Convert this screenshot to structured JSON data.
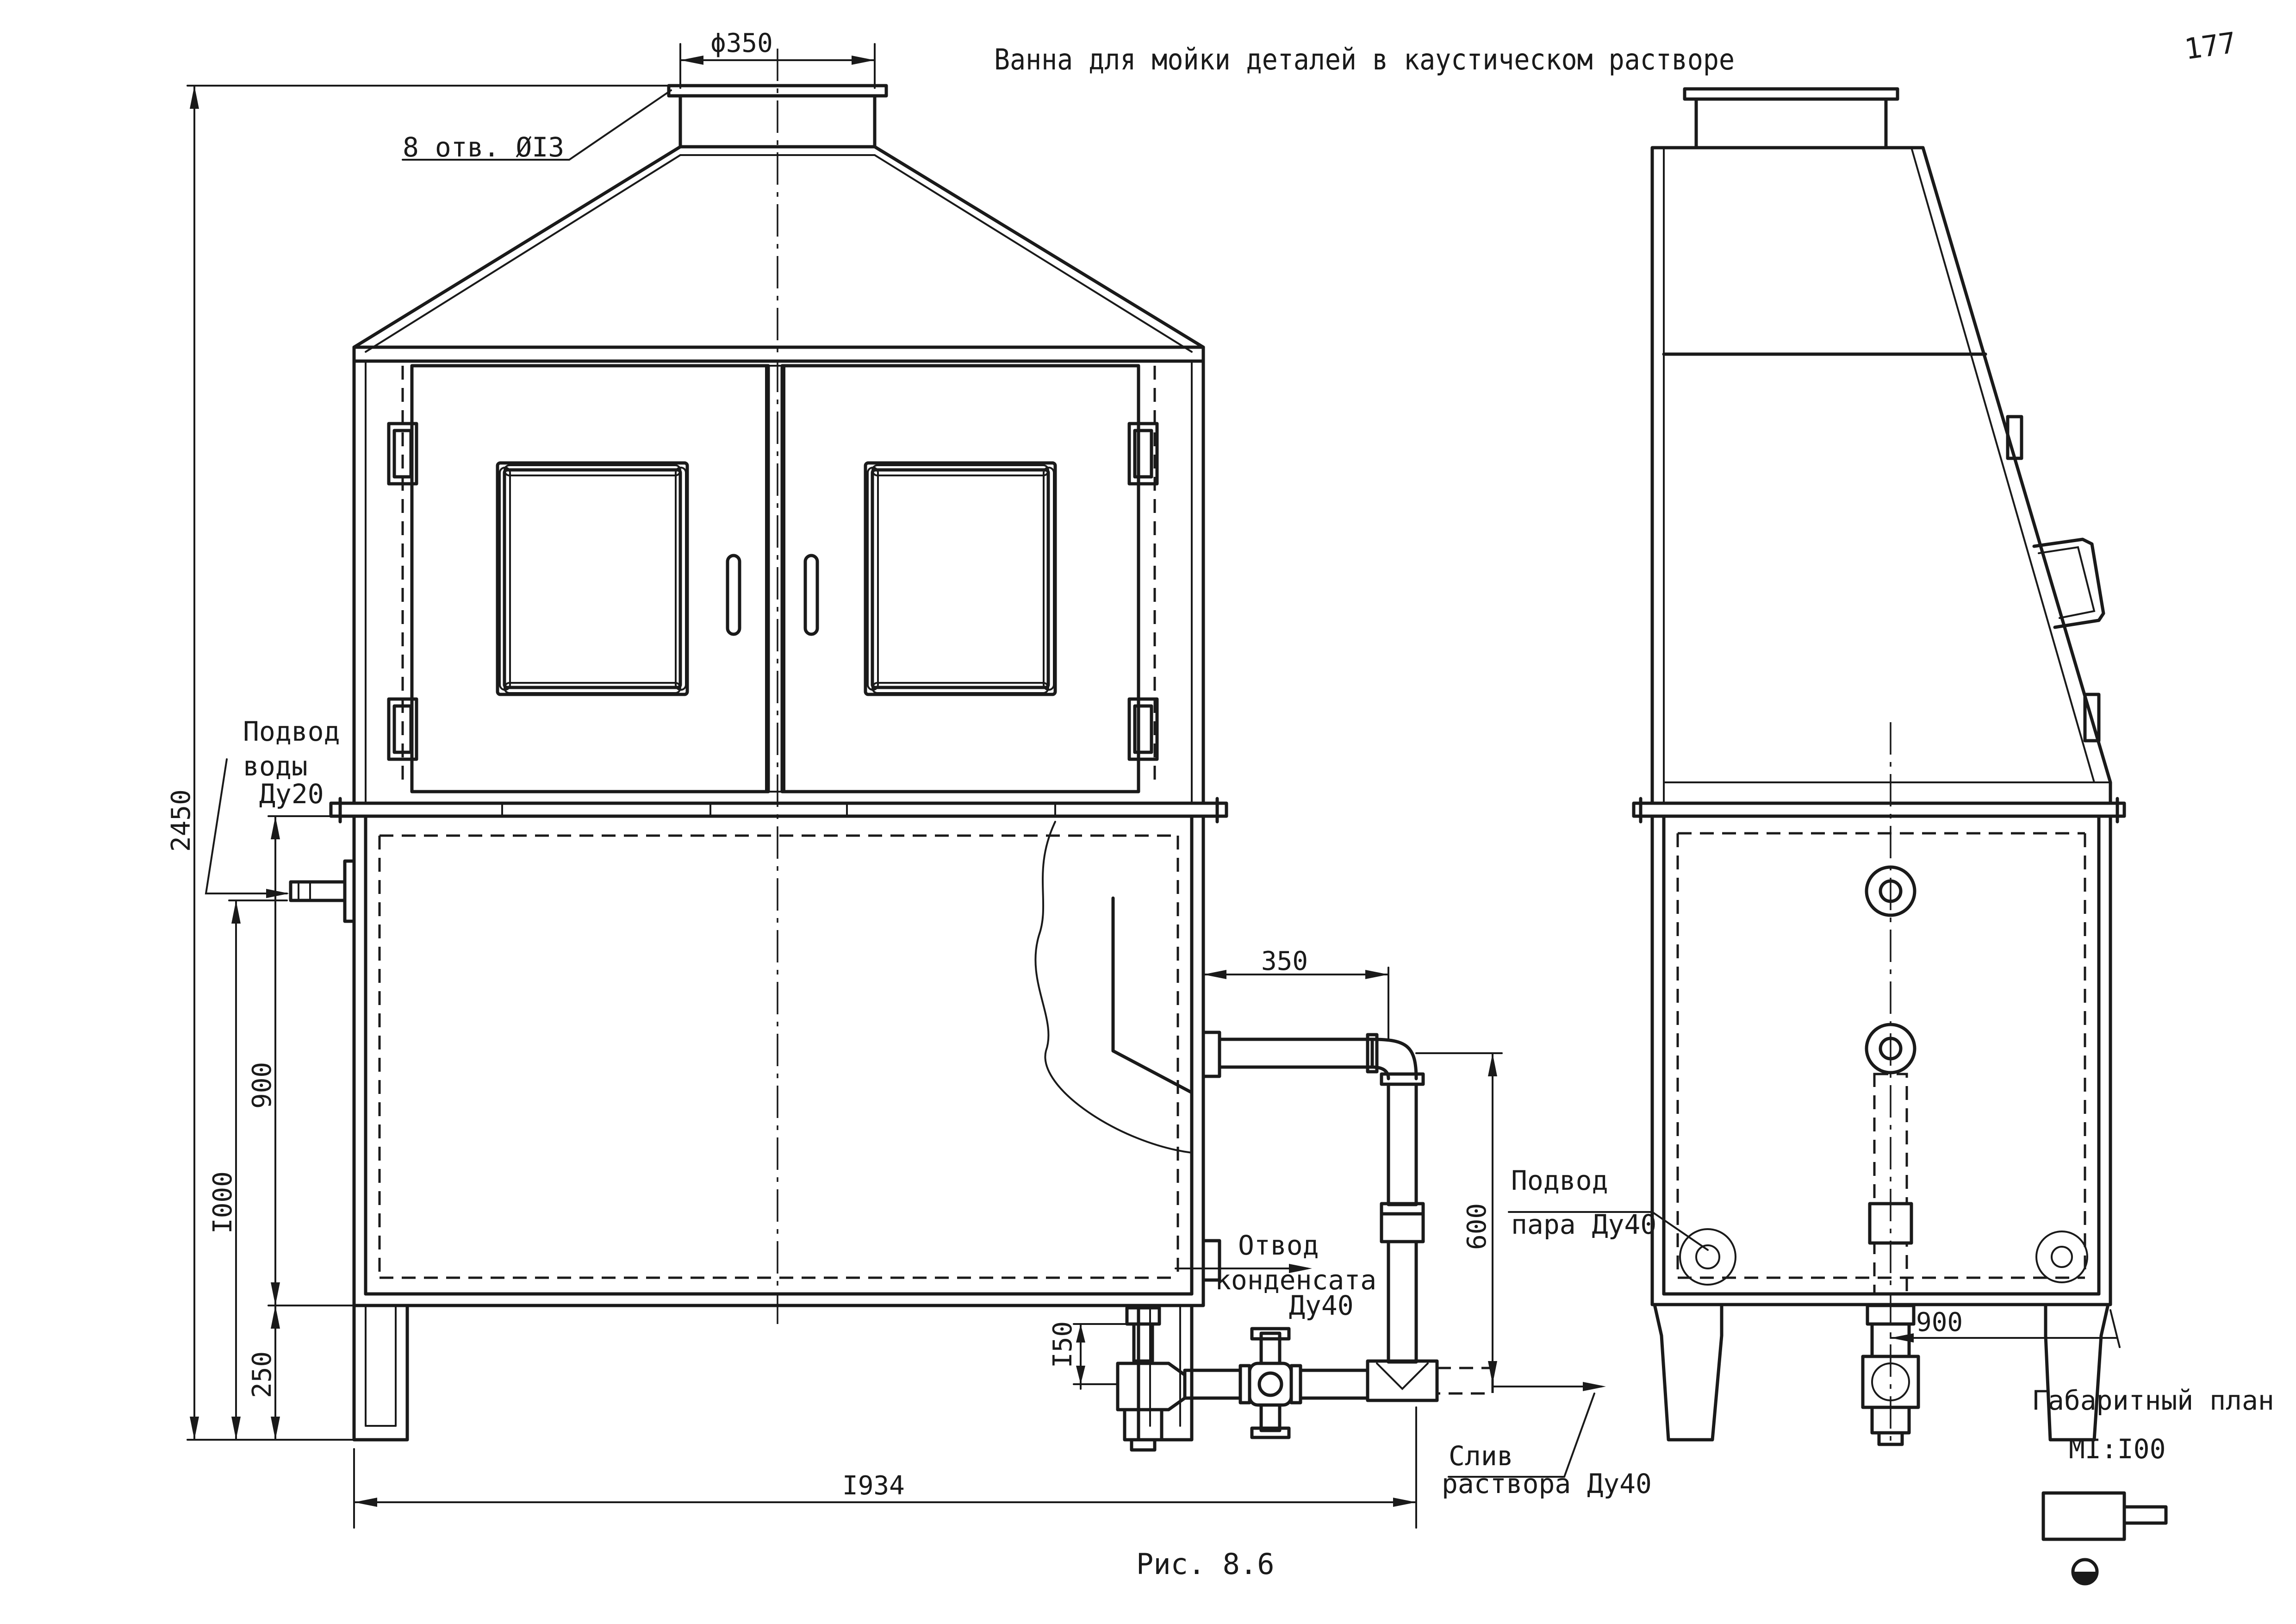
{
  "page_number": "177",
  "title": "Ванна для мойки деталей в каустическом растворе",
  "caption": "Рис. 8.6",
  "plan": {
    "title": "Габаритный план",
    "scale": "МI:I00"
  },
  "dimensions": {
    "flange_diameter": "ϕ350",
    "flange_holes": "8 отв. ØI3",
    "overall_height": "2450",
    "bath_height": "I000",
    "water_inlet_height": "900",
    "leg_height": "250",
    "overall_width": "I934",
    "pipe_offset": "350",
    "steam_height": "600",
    "drain_height": "I50",
    "side_depth": "900"
  },
  "labels": {
    "water_supply": [
      "Подвод",
      "воды",
      "Ду20"
    ],
    "condensate": [
      "Отвод",
      "конденсата",
      "Ду40"
    ],
    "steam": [
      "Подвод",
      "пара Ду40"
    ],
    "drain": [
      "Слив",
      "раствора Ду40"
    ]
  }
}
